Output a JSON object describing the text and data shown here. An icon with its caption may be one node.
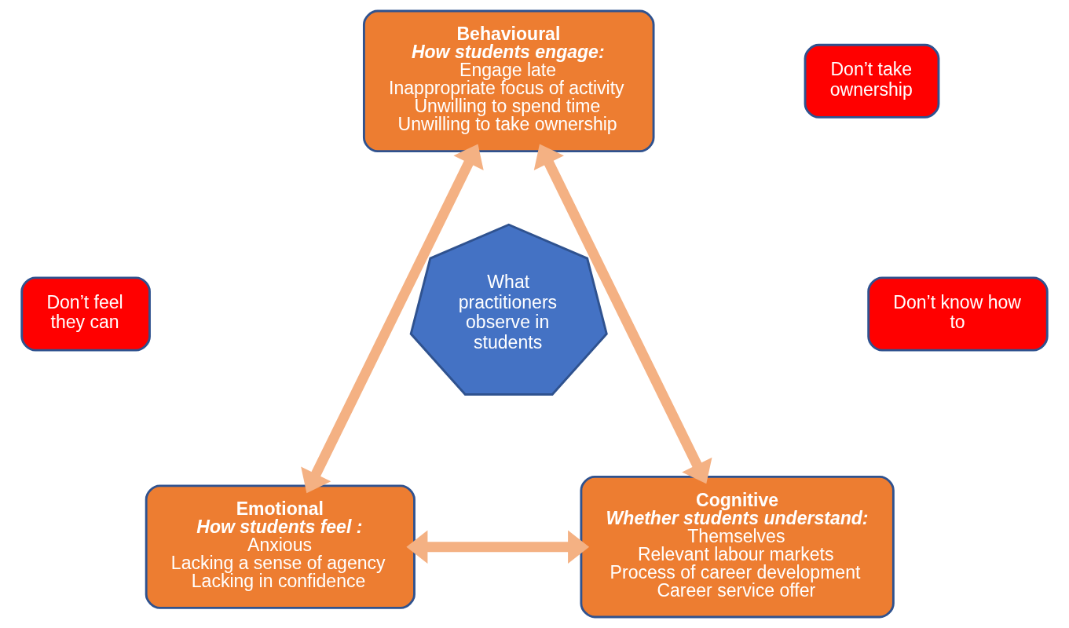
{
  "diagram": {
    "nodes": [
      {
        "text": [
          "Behavioural",
          "How students engage:",
          "Engage late",
          "Inappropriate focus of activity",
          "Unwilling to spend time",
          "Unwilling to take ownership"
        ]
      },
      {
        "text": [
          "Don’t take ownership"
        ]
      },
      {
        "text": [
          "Don’t feel they can"
        ]
      },
      {
        "text": [
          "What practitioners observe in students"
        ]
      },
      {
        "text": [
          "Don’t know how to"
        ]
      },
      {
        "text": [
          "Emotional",
          "How students feel :",
          "Anxious",
          "Lacking a sense of agency",
          "Lacking in confidence"
        ]
      },
      {
        "text": [
          "Cognitive",
          "Whether students understand:",
          "Themselves",
          "Relevant labour markets",
          "Process of career development",
          "Career service offer"
        ]
      }
    ],
    "edges": [
      {
        "from": 0,
        "to": 5,
        "arrow": "both"
      },
      {
        "from": 0,
        "to": 6,
        "arrow": "both"
      },
      {
        "from": 5,
        "to": 6,
        "arrow": "both"
      }
    ]
  }
}
